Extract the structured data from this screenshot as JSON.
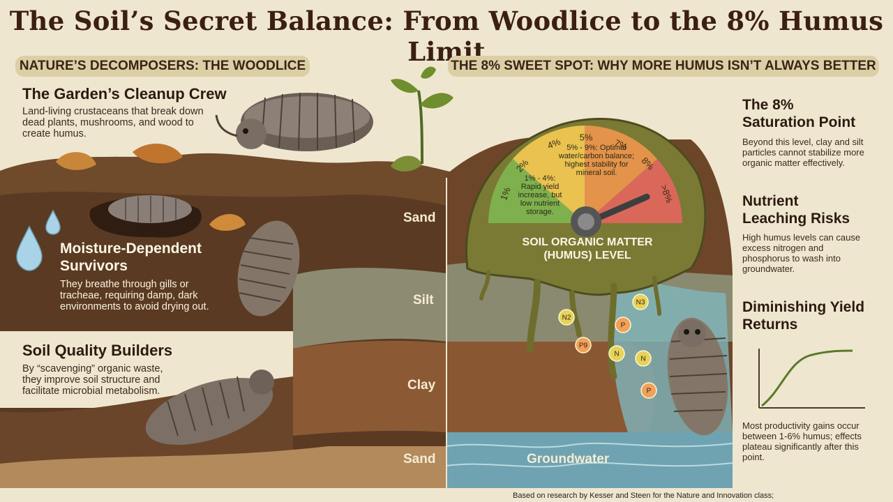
{
  "title": "The Soil’s Secret Balance: From Woodlice to the 8% Humus Limit",
  "left": {
    "banner": "NATURE’S DECOMPOSERS: THE WOODLICE",
    "cleanup": {
      "heading": "The Garden’s Cleanup Crew",
      "lines": [
        "Land-living crustaceans that break down",
        "dead plants, mushrooms, and wood to",
        "create humus."
      ]
    },
    "moisture": {
      "heading_lines": [
        "Moisture-Dependent",
        "Survivors"
      ],
      "lines": [
        "They breathe through gills or",
        "tracheae, requiring damp, dark",
        "environments to avoid drying out."
      ]
    },
    "builders": {
      "heading": "Soil Quality Builders",
      "lines": [
        "By “scavenging” organic waste,",
        "they improve soil structure and",
        "facilitate microbial metabolism."
      ]
    }
  },
  "layers": {
    "sand_top": "Sand",
    "silt": "Silt",
    "clay": "Clay",
    "sand_bottom": "Sand",
    "groundwater": "Groundwater"
  },
  "right": {
    "banner": "THE 8% SWEET SPOT: WHY MORE HUMUS ISN’T ALWAYS BETTER",
    "saturation": {
      "heading_lines": [
        "The 8%",
        "Saturation Point"
      ],
      "lines": [
        "Beyond this level, clay and silt",
        "particles cannot stabilize more",
        "organic matter effectively."
      ]
    },
    "leaching": {
      "heading_lines": [
        "Nutrient",
        "Leaching Risks"
      ],
      "lines": [
        "High humus levels can cause",
        "excess nitrogen and",
        "phosphorus to wash into",
        "groundwater."
      ]
    },
    "yield": {
      "heading_lines": [
        "Diminishing Yield",
        "Returns"
      ],
      "lines": [
        "Most productivity gains occur",
        "between 1-6% humus; effects",
        "plateau significantly after this",
        "point."
      ]
    }
  },
  "gauge": {
    "labels": [
      "1%",
      "2%",
      "4%",
      "5%",
      "7%",
      "8%",
      ">8%"
    ],
    "note_low": [
      "1% - 4%:",
      "Rapid yield",
      "increase, but",
      "low nutrient",
      "storage."
    ],
    "note_optimal": [
      "5% - 9%: Optimal",
      "water/carbon balance;",
      "highest stability for",
      "mineral soil."
    ],
    "caption": [
      "SOIL ORGANIC MATTER",
      "(HUMUS) LEVEL"
    ],
    "needle_value": 8.7,
    "colors": {
      "green": "#7fb04e",
      "yellow": "#e9c24f",
      "orange": "#e3934a",
      "red": "#d9685a"
    }
  },
  "nutrients": [
    "N3",
    "N2",
    "P",
    "P9",
    "N",
    "N",
    "P"
  ],
  "footer": "Based on research by Kesser and Steen for the Nature and Innovation class;"
}
